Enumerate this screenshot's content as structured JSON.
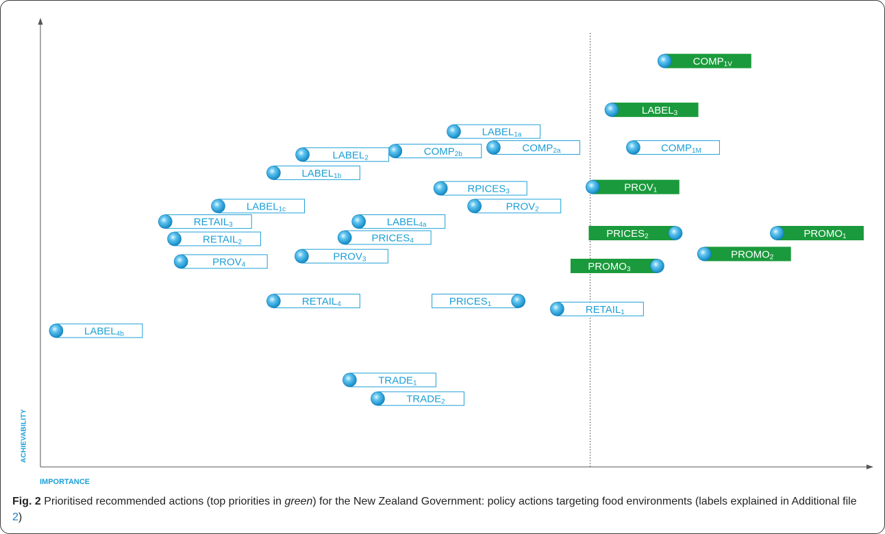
{
  "chart_data": {
    "type": "scatter",
    "xlabel": "IMPORTANCE",
    "ylabel": "ACHIEVABILITY",
    "xlim": [
      0,
      100
    ],
    "ylim": [
      0,
      100
    ],
    "grid": false,
    "reference_line_x": 66.5,
    "colors": {
      "top_priority": "#1a9a3c",
      "other": "#1b9fd6",
      "marker": "#1b9fd6"
    },
    "points": [
      {
        "base": "COMP",
        "sub": "1V",
        "x": 75.5,
        "y": 91.5,
        "label_side": "right",
        "top_priority": true
      },
      {
        "base": "LABEL",
        "sub": "3",
        "x": 69.1,
        "y": 80.5,
        "label_side": "right",
        "top_priority": true
      },
      {
        "base": "COMP",
        "sub": "1M",
        "x": 71.7,
        "y": 72.0,
        "label_side": "right",
        "top_priority": false
      },
      {
        "base": "PROV",
        "sub": "1",
        "x": 66.8,
        "y": 63.1,
        "label_side": "right",
        "top_priority": true
      },
      {
        "base": "PRICES",
        "sub": "2",
        "x": 76.8,
        "y": 52.7,
        "label_side": "left",
        "top_priority": true
      },
      {
        "base": "PROMO",
        "sub": "1",
        "x": 89.1,
        "y": 52.7,
        "label_side": "right",
        "top_priority": true
      },
      {
        "base": "PROMO",
        "sub": "2",
        "x": 80.3,
        "y": 48.0,
        "label_side": "right",
        "top_priority": true
      },
      {
        "base": "PROMO",
        "sub": "3",
        "x": 74.6,
        "y": 45.3,
        "label_side": "left",
        "top_priority": true
      },
      {
        "base": "LABEL",
        "sub": "1a",
        "x": 50.0,
        "y": 75.6,
        "label_side": "right",
        "top_priority": false
      },
      {
        "base": "COMP",
        "sub": "2a",
        "x": 54.8,
        "y": 72.0,
        "label_side": "right",
        "top_priority": false
      },
      {
        "base": "COMP",
        "sub": "2b",
        "x": 42.9,
        "y": 71.2,
        "label_side": "right",
        "top_priority": false
      },
      {
        "base": "LABEL",
        "sub": "2",
        "x": 31.7,
        "y": 70.4,
        "label_side": "right",
        "top_priority": false
      },
      {
        "base": "LABEL",
        "sub": "1b",
        "x": 28.2,
        "y": 66.3,
        "label_side": "right",
        "top_priority": false
      },
      {
        "base": "RPICES",
        "sub": "3",
        "x": 48.4,
        "y": 62.8,
        "label_side": "right",
        "top_priority": false
      },
      {
        "base": "PROV",
        "sub": "2",
        "x": 52.5,
        "y": 58.8,
        "label_side": "right",
        "top_priority": false
      },
      {
        "base": "LABEL",
        "sub": "1c",
        "x": 21.5,
        "y": 58.8,
        "label_side": "right",
        "top_priority": false
      },
      {
        "base": "RETAIL",
        "sub": "3",
        "x": 15.1,
        "y": 55.3,
        "label_side": "right",
        "top_priority": false
      },
      {
        "base": "LABEL",
        "sub": "4a",
        "x": 38.5,
        "y": 55.3,
        "label_side": "right",
        "top_priority": false
      },
      {
        "base": "RETAIL",
        "sub": "2",
        "x": 16.2,
        "y": 51.4,
        "label_side": "right",
        "top_priority": false
      },
      {
        "base": "PRICES",
        "sub": "4",
        "x": 36.8,
        "y": 51.7,
        "label_side": "right",
        "top_priority": false
      },
      {
        "base": "PROV",
        "sub": "4",
        "x": 17.0,
        "y": 46.3,
        "label_side": "right",
        "top_priority": false
      },
      {
        "base": "PROV",
        "sub": "3",
        "x": 31.6,
        "y": 47.5,
        "label_side": "right",
        "top_priority": false
      },
      {
        "base": "RETAIL",
        "sub": "4",
        "x": 28.2,
        "y": 37.4,
        "label_side": "right",
        "top_priority": false
      },
      {
        "base": "PRICES",
        "sub": "1",
        "x": 57.8,
        "y": 37.4,
        "label_side": "left",
        "top_priority": false
      },
      {
        "base": "RETAIL",
        "sub": "1",
        "x": 62.5,
        "y": 35.6,
        "label_side": "right",
        "top_priority": false
      },
      {
        "base": "LABEL",
        "sub": "4b",
        "x": 1.9,
        "y": 30.7,
        "label_side": "right",
        "top_priority": false
      },
      {
        "base": "TRADE",
        "sub": "1",
        "x": 37.4,
        "y": 19.6,
        "label_side": "right",
        "top_priority": false
      },
      {
        "base": "TRADE",
        "sub": "2",
        "x": 40.8,
        "y": 15.4,
        "label_side": "right",
        "top_priority": false
      }
    ]
  },
  "caption": {
    "fig_label": "Fig. 2",
    "text_before": " Prioritised recommended actions (top priorities in ",
    "italic": "green",
    "text_after": ") for the New Zealand Government: policy actions targeting food environments (labels explained in Additional file ",
    "link": "2",
    "text_end": ")"
  }
}
